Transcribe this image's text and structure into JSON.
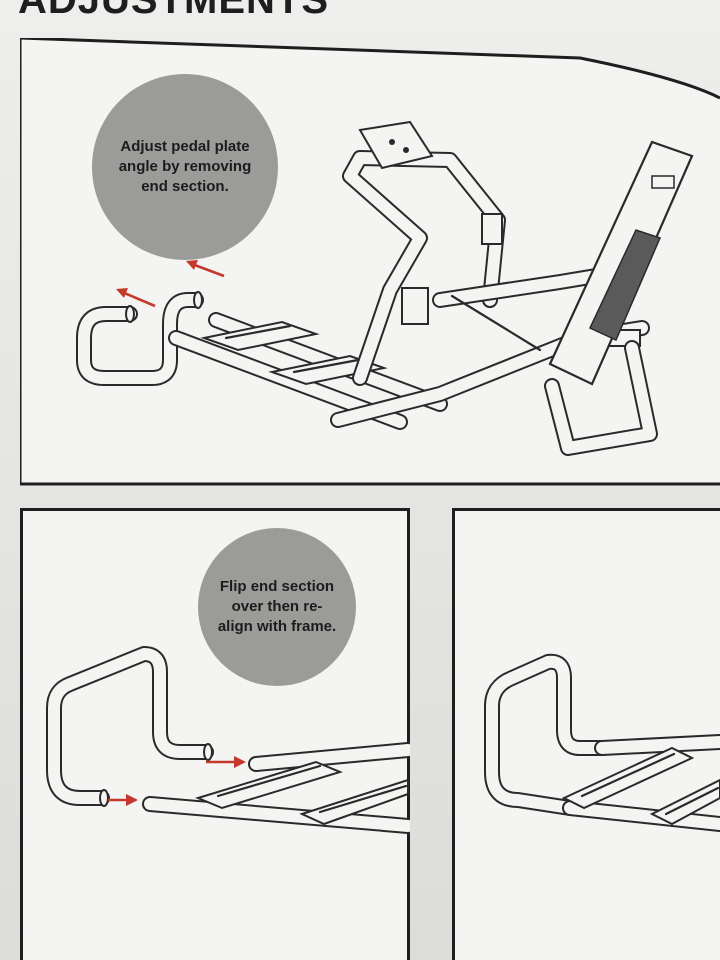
{
  "page": {
    "heading": "ADJUSTMENTS"
  },
  "step1": {
    "callout": "Adjust pedal plate\nangle by removing\nend section."
  },
  "step2": {
    "callout": "Flip end section\nover then re-\nalign with frame."
  },
  "colors": {
    "arrow": "#c3392b",
    "callout_fill": "#9b9b99",
    "line": "#2a2a2a",
    "panel_fill": "#f4f4f2"
  }
}
